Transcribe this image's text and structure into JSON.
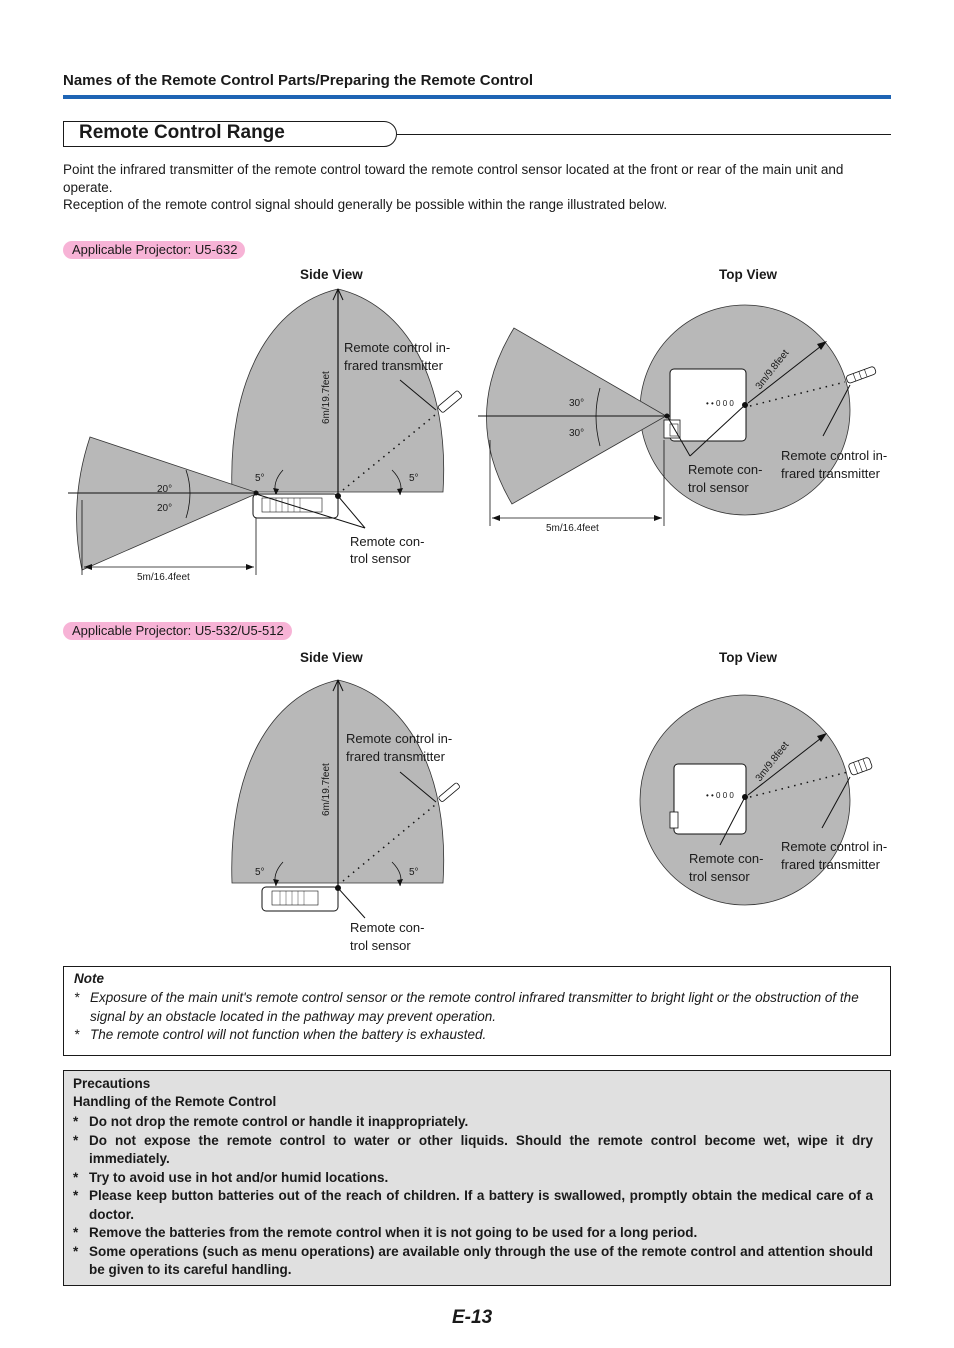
{
  "header": {
    "section": "Names of the Remote Control Parts/Preparing the Remote Control"
  },
  "title": "Remote Control Range",
  "intro": [
    "Point the infrared transmitter of the remote control toward the remote control sensor located at the front or rear of the main unit and operate.",
    "Reception of the remote control signal should generally be possible within the range illustrated below."
  ],
  "diagram1": {
    "projector": "Applicable Projector: U5-632",
    "side_view": "Side View",
    "top_view": "Top View",
    "side": {
      "transmitter_l1": "Remote control in-",
      "transmitter_l2": "frared transmitter",
      "sensor_l1": "Remote con-",
      "sensor_l2": "trol sensor",
      "vertical_distance": "6m/19.7feet",
      "angle_up": "20°",
      "angle_down": "20°",
      "angle_left": "5°",
      "angle_right": "5°",
      "horizontal_distance": "5m/16.4feet"
    },
    "top": {
      "angle_up": "30°",
      "angle_down": "30°",
      "horizontal_distance": "5m/16.4feet",
      "radius": "3m/9.8feet",
      "sensor_l1": "Remote con-",
      "sensor_l2": "trol sensor",
      "transmitter_l1": "Remote control in-",
      "transmitter_l2": "frared transmitter"
    }
  },
  "diagram2": {
    "projector": "Applicable Projector: U5-532/U5-512",
    "side_view": "Side View",
    "top_view": "Top View",
    "side": {
      "transmitter_l1": "Remote control in-",
      "transmitter_l2": "frared transmitter",
      "sensor_l1": "Remote con-",
      "sensor_l2": "trol sensor",
      "vertical_distance": "6m/19.7feet",
      "angle_left": "5°",
      "angle_right": "5°"
    },
    "top": {
      "radius": "3m/9.8feet",
      "sensor_l1": "Remote con-",
      "sensor_l2": "trol sensor",
      "transmitter_l1": "Remote control in-",
      "transmitter_l2": "frared transmitter"
    }
  },
  "note": {
    "title": "Note",
    "items": [
      "Exposure of the main unit's remote control sensor or the remote control infrared transmitter to bright light or the obstruction of the signal by an obstacle located in the pathway may prevent operation.",
      "The remote control will not function when the battery is exhausted."
    ]
  },
  "precautions": {
    "title": "Precautions",
    "subtitle": "Handling of the Remote Control",
    "items": [
      "Do not drop the remote control or handle it inappropriately.",
      "Do not expose the remote control to water or other liquids. Should the remote control become wet, wipe it dry immediately.",
      "Try to avoid use in hot and/or humid locations.",
      "Please keep button batteries out of the reach of children. If a battery is swallowed, promptly obtain the medical care of a doctor.",
      "Remove the batteries from the remote control when it is not going to be used for a long period.",
      "Some operations (such as menu operations) are available only through the use of the remote control and attention should be given to its careful handling."
    ]
  },
  "page_number": "E-13",
  "colors": {
    "header_rule": "#1e64b4",
    "pill": "#f7b3d6",
    "range_fill": "#b8b8b8",
    "precaution_bg": "#e0e0e0"
  }
}
